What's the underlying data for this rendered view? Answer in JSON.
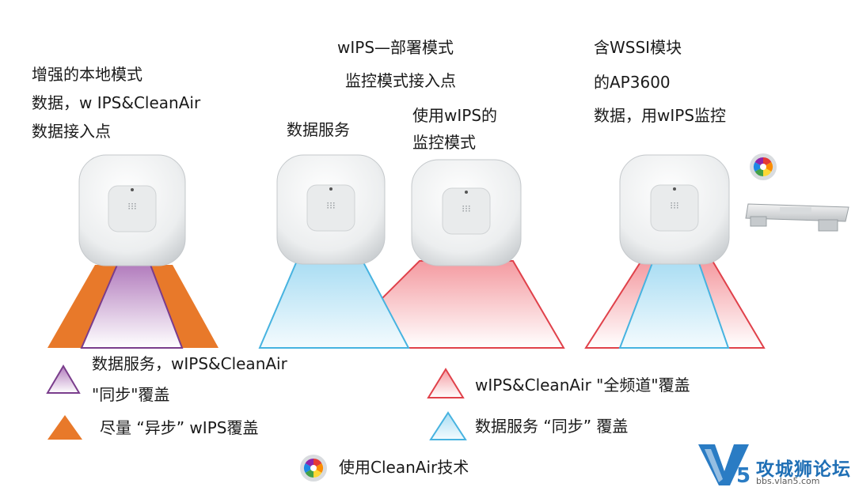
{
  "labels": {
    "group1": [
      "增强的本地模式",
      "数据，w IPS&CleanAir",
      "数据接入点"
    ],
    "group2_top": [
      "wIPS—部署模式",
      "监控模式接入点"
    ],
    "group2_left": [
      "数据服务"
    ],
    "group2_right": [
      "使用wIPS的",
      "监控模式"
    ],
    "group3": [
      "含WSSI模块",
      "的AP3600",
      "数据，用wIPS监控"
    ]
  },
  "legend": {
    "sync_both": [
      "数据服务，wIPS&CleanAir",
      "\"同步\"覆盖"
    ],
    "async_wips": "尽量 “异步” wIPS覆盖",
    "full_channel": "wIPS&CleanAir \"全频道\"覆盖",
    "data_sync": "数据服务 “同步” 覆盖",
    "cleanair": "使用CleanAir技术"
  },
  "watermark": {
    "name": "攻城狮论坛",
    "url": "bbs.vlan5.com"
  },
  "colors": {
    "orange": "#e8792a",
    "purple_border": "#7a3d8c",
    "blue_border": "#47b3e0",
    "red_border": "#e0414a",
    "brand_blue": "#1f6fb5"
  }
}
